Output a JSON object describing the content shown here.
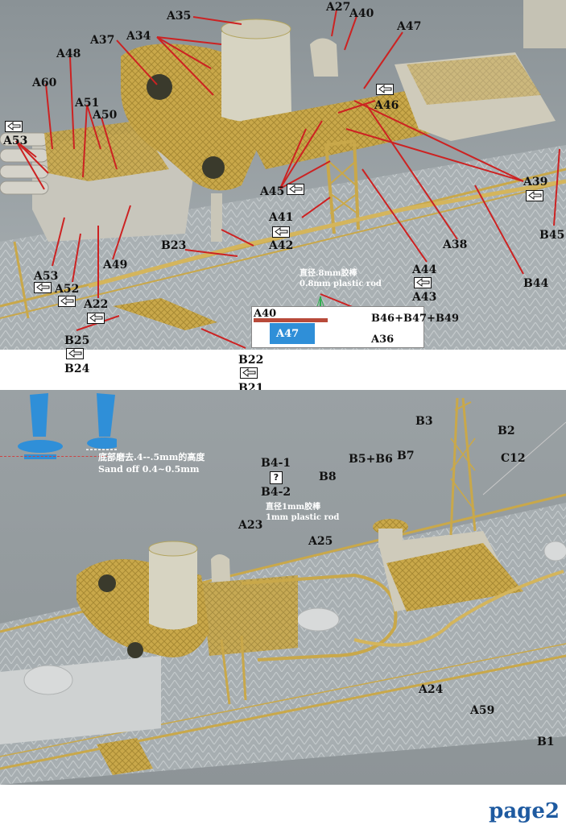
{
  "top_labels": {
    "A35": "A35",
    "A34": "A34",
    "A37": "A37",
    "A27": "A27",
    "A40": "A40",
    "A47": "A47",
    "A48": "A48",
    "A60": "A60",
    "A51": "A51",
    "A50": "A50",
    "A53": "A53",
    "A46": "A46",
    "A39": "A39",
    "A45": "A45",
    "A41": "A41",
    "A42": "A42",
    "A38": "A38",
    "B45": "B45",
    "B23": "B23",
    "A49": "A49",
    "A53b": "A53",
    "A52": "A52",
    "A22": "A22",
    "A44": "A44",
    "A43": "A43",
    "B44": "B44",
    "B25": "B25",
    "B24": "B24",
    "B22": "B22",
    "B21": "B21"
  },
  "top_note": {
    "line1": "直径.8mm胶棒",
    "line2": "0.8mm plastic rod"
  },
  "inset": {
    "A40": "A40",
    "A47": "A47",
    "assembly": "B46+B47+B49",
    "A36": "A36"
  },
  "bottom_labels": {
    "B3": "B3",
    "B2": "B2",
    "C12": "C12",
    "B5B6": "B5+B6",
    "B7": "B7",
    "B8": "B8",
    "B4_1": "B4-1",
    "B4_2": "B4-2",
    "A23": "A23",
    "A25": "A25",
    "A24": "A24",
    "A59": "A59",
    "B1": "B1"
  },
  "bottom_note1": {
    "line1": "底部磨去.4--.5mm的高度",
    "line2": "Sand off 0.4~0.5mm"
  },
  "bottom_note2": {
    "line1": "直径1mm胶棒",
    "line2": "1mm plastic rod"
  },
  "question_mark": "?",
  "page_number": "page2",
  "colors": {
    "gold": "#c9a84a",
    "grey_hull": "#9ea5a8",
    "leader": "#cc2222",
    "accent_blue": "#2f8fd8",
    "page_blue": "#1e5aa0"
  }
}
